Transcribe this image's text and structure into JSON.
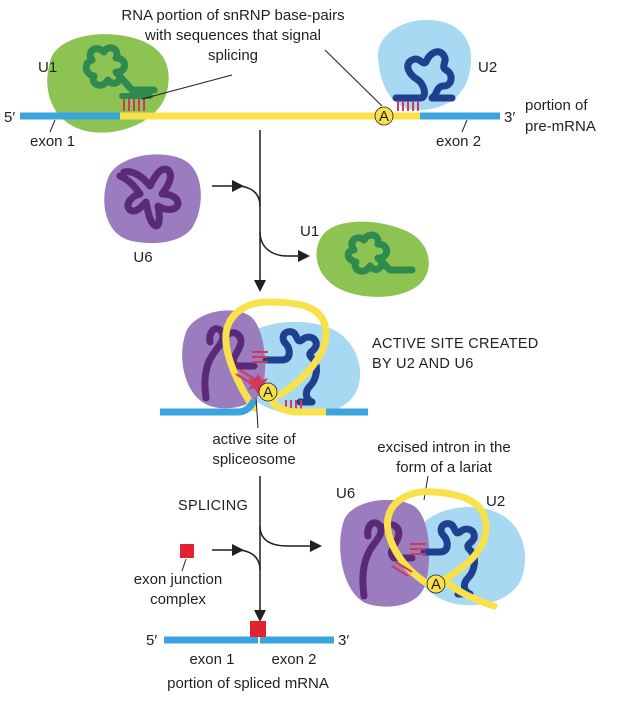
{
  "labels": {
    "top_caption_line1": "RNA portion of snRNP base-pairs",
    "top_caption_line2": "with sequences that signal",
    "top_caption_line3": "splicing",
    "u1_top": "U1",
    "u2_top": "U2",
    "five_prime_top": "5′",
    "three_prime_top": "3′",
    "portion_of": "portion of",
    "pre_mrna": "pre-mRNA",
    "exon1_top": "exon 1",
    "exon2_top": "exon 2",
    "branch_a_top": "A",
    "u6_mid": "U6",
    "u1_mid": "U1",
    "active_site_created_1": "ACTIVE SITE CREATED",
    "active_site_created_2": "BY U2 AND U6",
    "branch_a_mid": "A",
    "active_site_of": "active site of",
    "spliceosome": "spliceosome",
    "excised_intron_1": "excised intron in the",
    "excised_intron_2": "form of a lariat",
    "u6_lariat": "U6",
    "u2_lariat": "U2",
    "branch_a_lariat": "A",
    "splicing": "SPLICING",
    "exon_junction": "exon junction",
    "complex": "complex",
    "five_prime_bottom": "5′",
    "three_prime_bottom": "3′",
    "exon1_bottom": "exon 1",
    "exon2_bottom": "exon 2",
    "spliced_caption": "portion of spliced mRNA"
  },
  "colors": {
    "exon_blue": "#3aa5dc",
    "intron_yellow": "#f9e14b",
    "u1_green": "#8dc352",
    "u1_rna": "#2f8a4f",
    "u2_light": "#a8d9f3",
    "u2_rna": "#1f3f8f",
    "u6_purple": "#9a7cbf",
    "u6_rna": "#5a2a78",
    "basepair_red": "#d2385a",
    "ejc_red": "#e0232f",
    "arrow": "#231f20"
  }
}
